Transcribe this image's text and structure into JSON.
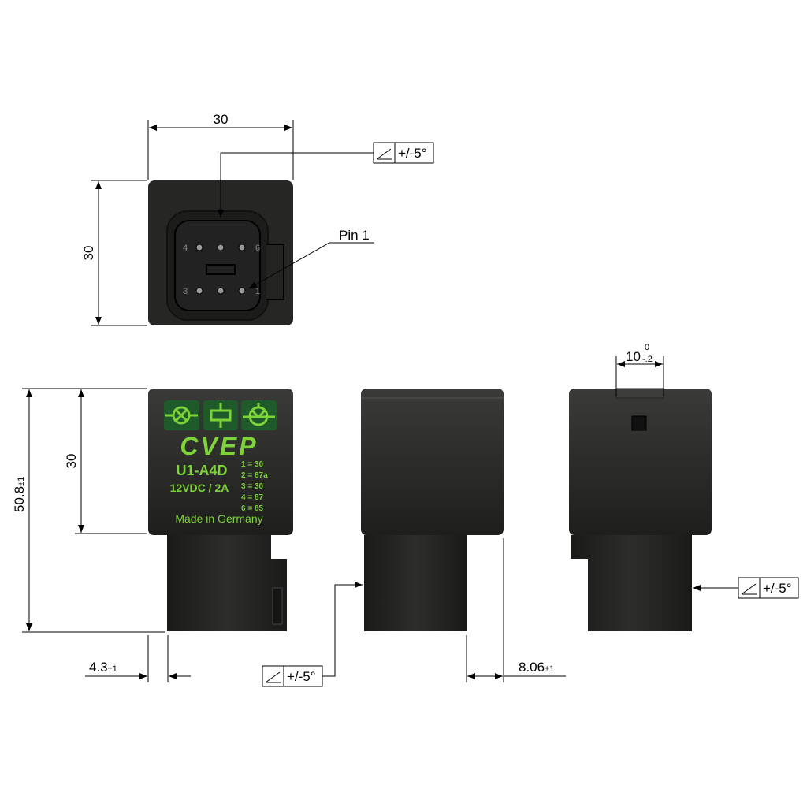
{
  "top_view": {
    "width_dim": "30",
    "height_dim": "30",
    "angle_tol": "+/-5°",
    "pin_label": "Pin 1",
    "pin_numbers": [
      "4",
      "6",
      "3",
      "1"
    ]
  },
  "front_view": {
    "brand": "CVEP",
    "model": "U1-A4D",
    "rating": "12VDC / 2A",
    "pinout": [
      "1 = 30",
      "2 = 87a",
      "3 = 30",
      "4 = 87",
      "6 = 85"
    ],
    "origin": "Made in Germany",
    "icons": [
      "lamp-icon",
      "relay-coil-icon",
      "horn-icon"
    ],
    "total_height_dim": "50.8",
    "total_height_tol": "±1",
    "body_height_dim": "30",
    "offset_dim": "4.3",
    "offset_tol": "±1",
    "accent_color": "#7ed23a"
  },
  "side_view": {
    "angle_tol": "+/-5°",
    "offset_dim": "8.06",
    "offset_tol": "±1"
  },
  "back_view": {
    "slot_dim": "10",
    "slot_tol_upper": "0",
    "slot_tol_lower": "-.2",
    "angle_tol": "+/-5°"
  }
}
